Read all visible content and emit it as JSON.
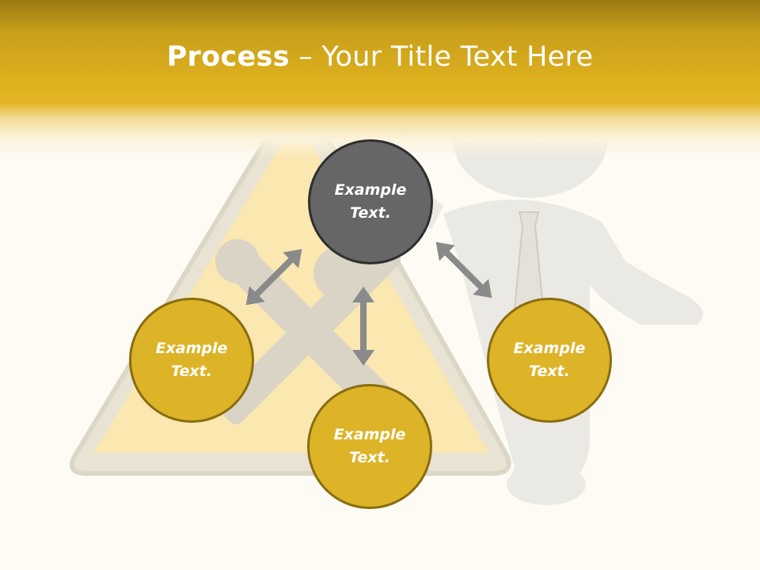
{
  "slide": {
    "title_bold": "Process",
    "title_rest": " – Your Title Text Here"
  },
  "diagram": {
    "nodes": [
      {
        "id": "top",
        "text": "Example Text.",
        "style": "dark",
        "color": "#666666"
      },
      {
        "id": "left",
        "text": "Example Text.",
        "style": "gold",
        "color": "#ddb428"
      },
      {
        "id": "bottom",
        "text": "Example Text.",
        "style": "gold",
        "color": "#ddb428"
      },
      {
        "id": "right",
        "text": "Example Text.",
        "style": "gold",
        "color": "#ddb428"
      }
    ],
    "connectors": [
      {
        "from": "top",
        "to": "left",
        "type": "double-arrow"
      },
      {
        "from": "top",
        "to": "bottom",
        "type": "double-arrow"
      },
      {
        "from": "top",
        "to": "right",
        "type": "double-arrow"
      }
    ],
    "arrow_color": "#8a8a8a"
  },
  "background": {
    "image": "warning-sign-with-wrench-and-tools-and-3d-figure-in-tie",
    "header_color": "#e0b21f"
  }
}
